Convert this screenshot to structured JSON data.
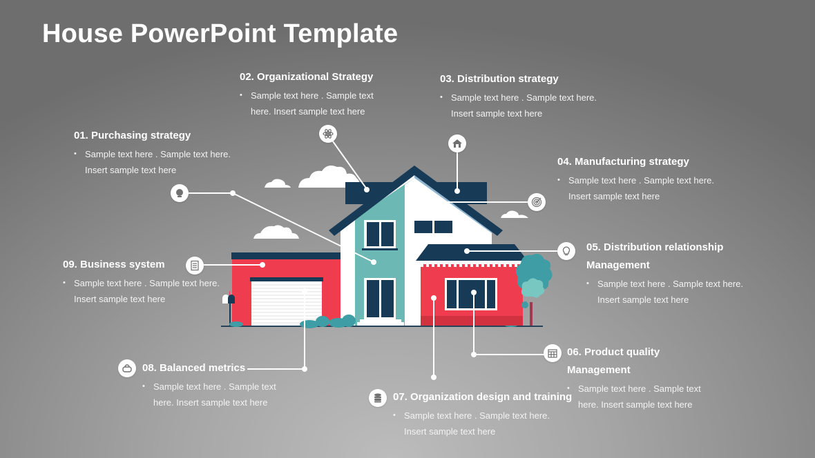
{
  "slide": {
    "title": "House PowerPoint Template",
    "colors": {
      "navy": "#173a57",
      "teal": "#6bb8b4",
      "red": "#ef3c4e",
      "white": "#ffffff",
      "roof_light": "#8fb5cf",
      "tree": "#3f9ea5"
    }
  },
  "items": [
    {
      "number": "01",
      "heading": "01. Purchasing strategy",
      "body": "Sample text here . Sample text here. Insert sample text here",
      "icon": "webcam-icon"
    },
    {
      "number": "02",
      "heading": "02. Organizational Strategy",
      "body": "Sample text here . Sample text here. Insert sample text here",
      "icon": "atom-icon"
    },
    {
      "number": "03",
      "heading": "03. Distribution strategy",
      "body": "Sample text here . Sample text here. Insert sample text here",
      "icon": "house-icon"
    },
    {
      "number": "04",
      "heading": "04. Manufacturing strategy",
      "body": "Sample text here . Sample text here. Insert sample text here",
      "icon": "target-icon"
    },
    {
      "number": "05",
      "heading": "05. Distribution relationship Management",
      "body": "Sample text here . Sample text here. Insert sample text here",
      "icon": "lightbulb-icon"
    },
    {
      "number": "06",
      "heading": "06. Product quality Management",
      "body": "Sample text here . Sample text here. Insert sample text here",
      "icon": "calendar-icon"
    },
    {
      "number": "07",
      "heading": "07. Organization design and training",
      "body": "Sample text here . Sample text here. Insert sample text here",
      "icon": "database-icon"
    },
    {
      "number": "08",
      "heading": "08. Balanced metrics",
      "body": "Sample text here . Sample text here. Insert sample text here",
      "icon": "router-icon"
    },
    {
      "number": "09",
      "heading": "09. Business system",
      "body": "Sample text here . Sample text here. Insert sample text here",
      "icon": "document-icon"
    }
  ]
}
